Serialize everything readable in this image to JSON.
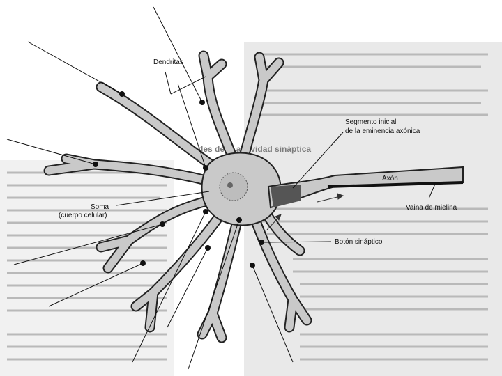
{
  "diagram": {
    "labels": {
      "dendrites": "Dendritas",
      "initial_segment": "Segmento inicial de la eminencia axónica",
      "axon": "Axón",
      "myelin": "Vaina de mielina",
      "soma": "Soma (cuerpo celular)",
      "synaptic_button": "Botón sináptico"
    },
    "colors": {
      "neuron_fill": "#c9c9c9",
      "outline": "#222222",
      "initial_segment": "#555555",
      "background_page": "#e6e6e6"
    }
  },
  "background_fragments": {
    "section_heading": "dades de la actividad sináptica"
  }
}
